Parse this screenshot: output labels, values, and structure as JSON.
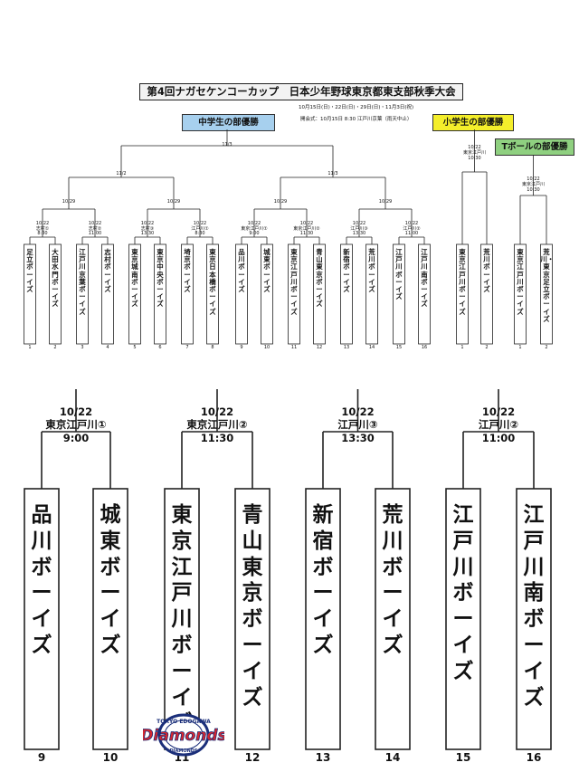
{
  "header": {
    "title": "第4回ナガセケンコーカップ　日本少年野球東京都東支部秋季大会",
    "dates": "10月15日(日)・22日(日)・29日(日)・11月3日(祝)",
    "opening": "開会式：10月15日 8:30 江戸川京葉（雨天中止）"
  },
  "banners": {
    "junior_high": "中学生の部優勝",
    "elementary": "小学生の部優勝",
    "tball": "Tボールの部優勝"
  },
  "rounds": {
    "final": "11/3",
    "semi_left": "11/2",
    "semi_right": "11/3",
    "qf": "10/29",
    "elem_date": "10/22",
    "elem_venue": "東京江戸川",
    "elem_time": "10:30",
    "tball_date": "10/22",
    "tball_venue": "東京江戸川",
    "tball_time": "10:30"
  },
  "top_matches": [
    {
      "date": "10/22",
      "venue": "志村①",
      "time": "8:30"
    },
    {
      "date": "10/22",
      "venue": "志村②",
      "time": "11:00"
    },
    {
      "date": "10/22",
      "venue": "志村③",
      "time": "13:30"
    },
    {
      "date": "10/22",
      "venue": "江戸川①",
      "time": "8:30"
    },
    {
      "date": "10/22",
      "venue": "東京江戸川①",
      "time": "9:00"
    },
    {
      "date": "10/22",
      "venue": "東京江戸川②",
      "time": "11:30"
    },
    {
      "date": "10/22",
      "venue": "江戸川③",
      "time": "13:30"
    },
    {
      "date": "10/22",
      "venue": "江戸川②",
      "time": "11:00"
    }
  ],
  "top_teams": [
    {
      "name": "足立ボーイズ",
      "num": "1"
    },
    {
      "name": "大田水門ボーイズ",
      "num": "2"
    },
    {
      "name": "江戸川京葉ボーイズ",
      "num": "3"
    },
    {
      "name": "志村ボーイズ",
      "num": "4"
    },
    {
      "name": "東京城南ボーイズ",
      "num": "5"
    },
    {
      "name": "東京中央ボーイズ",
      "num": "6"
    },
    {
      "name": "埼京ボーイズ",
      "num": "7"
    },
    {
      "name": "東京日本橋ボーイズ",
      "num": "8"
    },
    {
      "name": "品川ボーイズ",
      "num": "9"
    },
    {
      "name": "城東ボーイズ",
      "num": "10"
    },
    {
      "name": "東京江戸川ボーイズ",
      "num": "11"
    },
    {
      "name": "青山東京ボーイズ",
      "num": "12"
    },
    {
      "name": "新宿ボーイズ",
      "num": "13"
    },
    {
      "name": "荒川ボーイズ",
      "num": "14"
    },
    {
      "name": "江戸川ボーイズ",
      "num": "15"
    },
    {
      "name": "江戸川南ボーイズ",
      "num": "16"
    }
  ],
  "elem_teams": [
    {
      "name": "東京江戸川ボーイズ",
      "num": "1"
    },
    {
      "name": "荒川ボーイズ",
      "num": "2"
    }
  ],
  "tball_teams": [
    {
      "name": "東京江戸川ボーイズ",
      "num": "1"
    },
    {
      "name": "荒川・東京足立ボーイズ",
      "num": "2"
    }
  ],
  "zoom_matches": [
    {
      "date": "10/22",
      "venue": "東京江戸川①",
      "time": "9:00"
    },
    {
      "date": "10/22",
      "venue": "東京江戸川②",
      "time": "11:30"
    },
    {
      "date": "10/22",
      "venue": "江戸川③",
      "time": "13:30"
    },
    {
      "date": "10/22",
      "venue": "江戸川②",
      "time": "11:00"
    }
  ],
  "zoom_teams": [
    {
      "name": "品川ボーイズ",
      "num": "9"
    },
    {
      "name": "城東ボーイズ",
      "num": "10"
    },
    {
      "name": "東京江戸川ボーイズ",
      "num": "11"
    },
    {
      "name": "青山東京ボーイズ",
      "num": "12"
    },
    {
      "name": "新宿ボーイズ",
      "num": "13"
    },
    {
      "name": "荒川ボーイズ",
      "num": "14"
    },
    {
      "name": "江戸川ボーイズ",
      "num": "15"
    },
    {
      "name": "江戸川南ボーイズ",
      "num": "16"
    }
  ],
  "logo": {
    "top": "TOKYO EDOGAWA",
    "script": "Diamonds",
    "bottom": "DIAMONDS"
  },
  "colors": {
    "banner_blue": "#a7d0ee",
    "banner_yellow": "#f4ee2b",
    "banner_green": "#8fd080",
    "logo_red": "#d7262e",
    "logo_navy": "#1b2f7a"
  }
}
